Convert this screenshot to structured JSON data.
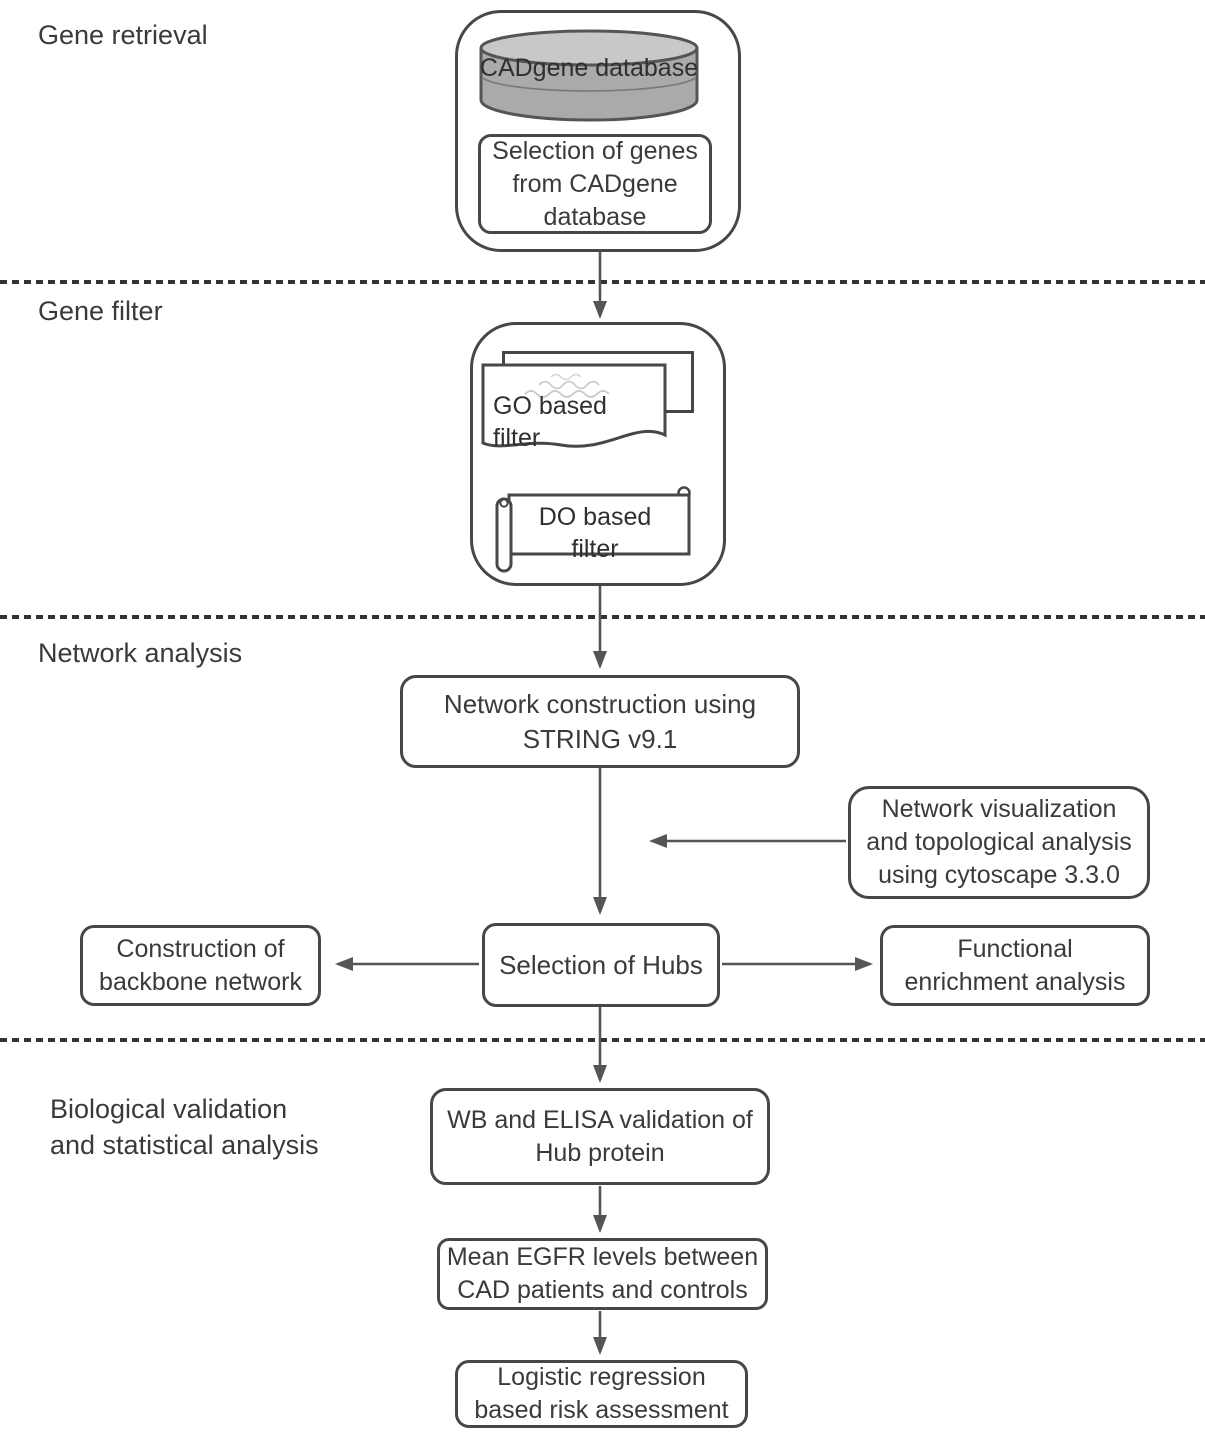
{
  "sections": {
    "gene_retrieval": {
      "label": "Gene retrieval"
    },
    "gene_filter": {
      "label": "Gene filter"
    },
    "network_analysis": {
      "label": "Network analysis"
    },
    "biological_validation": {
      "label": "Biological validation\nand statistical analysis"
    }
  },
  "nodes": {
    "cadgene_database": {
      "label": "CADgene database",
      "icon": "database-cylinder"
    },
    "gene_selection": {
      "label": "Selection of genes\nfrom CADgene\ndatabase"
    },
    "go_filter": {
      "label": "GO based\nfilter",
      "icon": "document"
    },
    "do_filter": {
      "label": "DO based\nfilter",
      "icon": "scroll"
    },
    "network_construction": {
      "label": "Network construction using\nSTRING v9.1"
    },
    "network_visualization": {
      "label": "Network visualization\nand topological analysis\nusing cytoscape 3.3.0"
    },
    "backbone_network": {
      "label": "Construction of\nbackbone network"
    },
    "hub_selection": {
      "label": "Selection of Hubs"
    },
    "functional_enrichment": {
      "label": "Functional\nenrichment analysis"
    },
    "wb_elisa_validation": {
      "label": "WB and ELISA validation of\nHub protein"
    },
    "egfr_levels": {
      "label": "Mean EGFR levels between\nCAD patients and controls"
    },
    "logistic_regression": {
      "label": "Logistic regression\nbased risk assessment"
    }
  },
  "colors": {
    "outline": "#474747",
    "text": "#3a3a3a",
    "arrow": "#555555",
    "cylinder_top": "#c8c8c8",
    "cylinder_body": "#aaaaaa",
    "background": "#ffffff"
  }
}
